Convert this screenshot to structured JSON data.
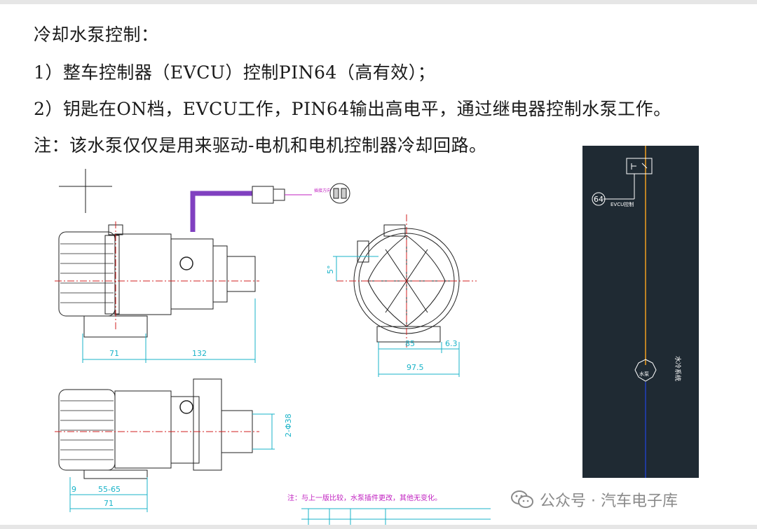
{
  "text": {
    "line1": "冷却水泵控制：",
    "line2": "1）整车控制器（EVCU）控制PIN64（高有效）；",
    "line3": "2）钥匙在ON档，EVCU工作，PIN64输出高电平，通过继电器控制水泵工作。",
    "line4": "注：该水泵仅仅是用来驱动-电机和电机控制器冷却回路。"
  },
  "drawing": {
    "dim_71_top": "71",
    "dim_132": "132",
    "dim_5deg": "5°",
    "dim_85": "85",
    "dim_6_3": "6.3",
    "dim_97_5": "97.5",
    "dim_phi38": "2-Φ38",
    "dim_9": "9",
    "dim_55_65": "55-65",
    "dim_71_bottom": "71",
    "note": "注：与上一版比较，水泵插件更改，其他无变化。"
  },
  "circuit": {
    "pin_label": "64",
    "evcu_label": "EVCU控制",
    "pump_label": "水泵",
    "system_label": "水冷系统"
  },
  "watermark": {
    "text": "公众号 · 汽车电子库"
  },
  "colors": {
    "panel": "#1f2a33",
    "wire_orange": "#f0a020",
    "wire_blue": "#2040c0",
    "dim_cyan": "#19b3c8",
    "center_red": "#d02020",
    "note_magenta": "#c020c0"
  }
}
